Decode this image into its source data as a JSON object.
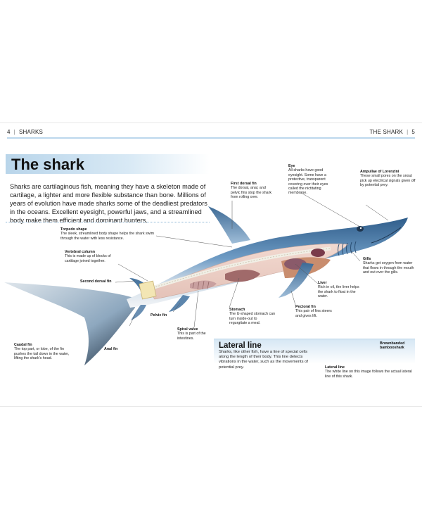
{
  "header": {
    "left_page_number": "4",
    "left_section": "SHARKS",
    "right_section": "THE SHARK",
    "right_page_number": "5"
  },
  "title": "The shark",
  "intro": "Sharks are cartilaginous fish, meaning they have a skeleton made of cartilage, a lighter and more flexible substance than bone. Millions of years of evolution have made sharks some of the deadliest predators in the oceans. Excellent eyesight, powerful jaws, and a streamlined body make them efficient and dominant hunters.",
  "labels": {
    "first_dorsal_fin": {
      "title": "First dorsal fin",
      "text": "The dorsal, anal, and pelvic fins stop the shark from rolling over."
    },
    "eye": {
      "title": "Eye",
      "text": "All sharks have good eyesight. Some have a protective, transparent covering over their eyes called the nictitating membrane."
    },
    "ampullae": {
      "title": "Ampullae of Lorenzini",
      "text": "These small pores on the snout pick up electrical signals given off by potential prey."
    },
    "torpedo": {
      "title": "Torpedo shape",
      "text": "The sleek, streamlined body shape helps the shark swim through the water with less resistance."
    },
    "vertebral": {
      "title": "Vertebral column",
      "text": "This is made up of blocks of cartilage joined together."
    },
    "second_dorsal": {
      "title": "Second dorsal fin",
      "text": ""
    },
    "gills": {
      "title": "Gills",
      "text": "Sharks get oxygen from water that flows in through the mouth and out over the gills."
    },
    "liver": {
      "title": "Liver",
      "text": "Rich in oil, the liver helps the shark to float in the water."
    },
    "pectoral": {
      "title": "Pectoral fin",
      "text": "This pair of fins steers and gives lift."
    },
    "stomach": {
      "title": "Stomach",
      "text": "The U-shaped stomach can turn inside-out to regurgitate a meal."
    },
    "pelvic": {
      "title": "Pelvic fin",
      "text": ""
    },
    "spiral": {
      "title": "Spiral valve",
      "text": "This is part of the intestines."
    },
    "caudal": {
      "title": "Caudal fin",
      "text": "The top part, or lobe, of the fin pushes the tail down in the water, lifting the shark's head."
    },
    "anal": {
      "title": "Anal fin",
      "text": ""
    },
    "brownbanded": {
      "title": "Brownbanded bambooshark",
      "text": ""
    },
    "lateral_small": {
      "title": "Lateral line",
      "text": "The white line on this image follows the actual lateral line of this shark."
    }
  },
  "lateral_line": {
    "title": "Lateral line",
    "text": "Sharks, like other fish, have a line of special cells along the length of their body. This line detects vibrations in the water, such as the movements of potential prey."
  },
  "colors": {
    "shark_top": "#3f6f9c",
    "shark_belly": "#e8edf1",
    "accent_blue": "#bcd7ec"
  }
}
